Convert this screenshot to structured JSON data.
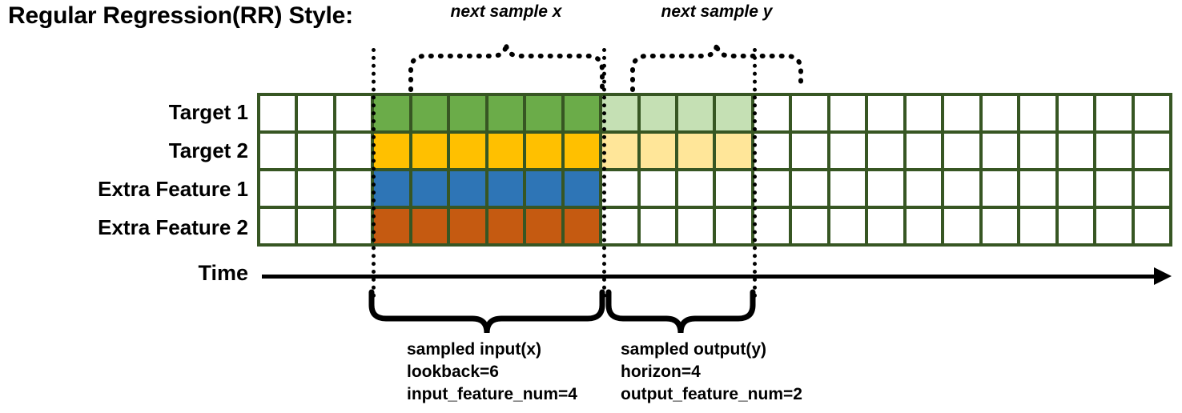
{
  "title": "Regular Regression(RR) Style:",
  "rows": [
    {
      "label": "Target 1",
      "color_key": "green"
    },
    {
      "label": "Target 2",
      "color_key": "yellow"
    },
    {
      "label": "Extra Feature 1",
      "color_key": "blue"
    },
    {
      "label": "Extra Feature 2",
      "color_key": "orange"
    }
  ],
  "grid": {
    "columns": 24,
    "lead_blank_cols": 3,
    "input_cols": 6,
    "output_cols": 4,
    "cells": [
      [
        "white",
        "white",
        "white",
        "green",
        "green",
        "green",
        "green",
        "green",
        "green",
        "light-green",
        "light-green",
        "light-green",
        "light-green",
        "white",
        "white",
        "white",
        "white",
        "white",
        "white",
        "white",
        "white",
        "white",
        "white",
        "white"
      ],
      [
        "white",
        "white",
        "white",
        "yellow",
        "yellow",
        "yellow",
        "yellow",
        "yellow",
        "yellow",
        "light-yellow",
        "light-yellow",
        "light-yellow",
        "light-yellow",
        "white",
        "white",
        "white",
        "white",
        "white",
        "white",
        "white",
        "white",
        "white",
        "white",
        "white"
      ],
      [
        "white",
        "white",
        "white",
        "blue",
        "blue",
        "blue",
        "blue",
        "blue",
        "blue",
        "white",
        "white",
        "white",
        "white",
        "white",
        "white",
        "white",
        "white",
        "white",
        "white",
        "white",
        "white",
        "white",
        "white",
        "white"
      ],
      [
        "white",
        "white",
        "white",
        "orange",
        "orange",
        "orange",
        "orange",
        "orange",
        "orange",
        "white",
        "white",
        "white",
        "white",
        "white",
        "white",
        "white",
        "white",
        "white",
        "white",
        "white",
        "white",
        "white",
        "white",
        "white"
      ]
    ]
  },
  "colors": {
    "border": "#375623",
    "white": "#ffffff",
    "green": "#6BAC49",
    "yellow": "#FFC000",
    "blue": "#2E75B6",
    "orange": "#C55A11",
    "light-green": "#C5E0B4",
    "light-yellow": "#FFE699",
    "line": "#000000"
  },
  "axis": {
    "label": "Time"
  },
  "top_annotations": [
    {
      "text": "next sample x"
    },
    {
      "text": "next sample y"
    }
  ],
  "bottom_annotations": [
    {
      "line1": "sampled input(x)",
      "line2": "lookback=6",
      "line3": "input_feature_num=4"
    },
    {
      "line1": "sampled output(y)",
      "line2": "horizon=4",
      "line3": "output_feature_num=2"
    }
  ]
}
